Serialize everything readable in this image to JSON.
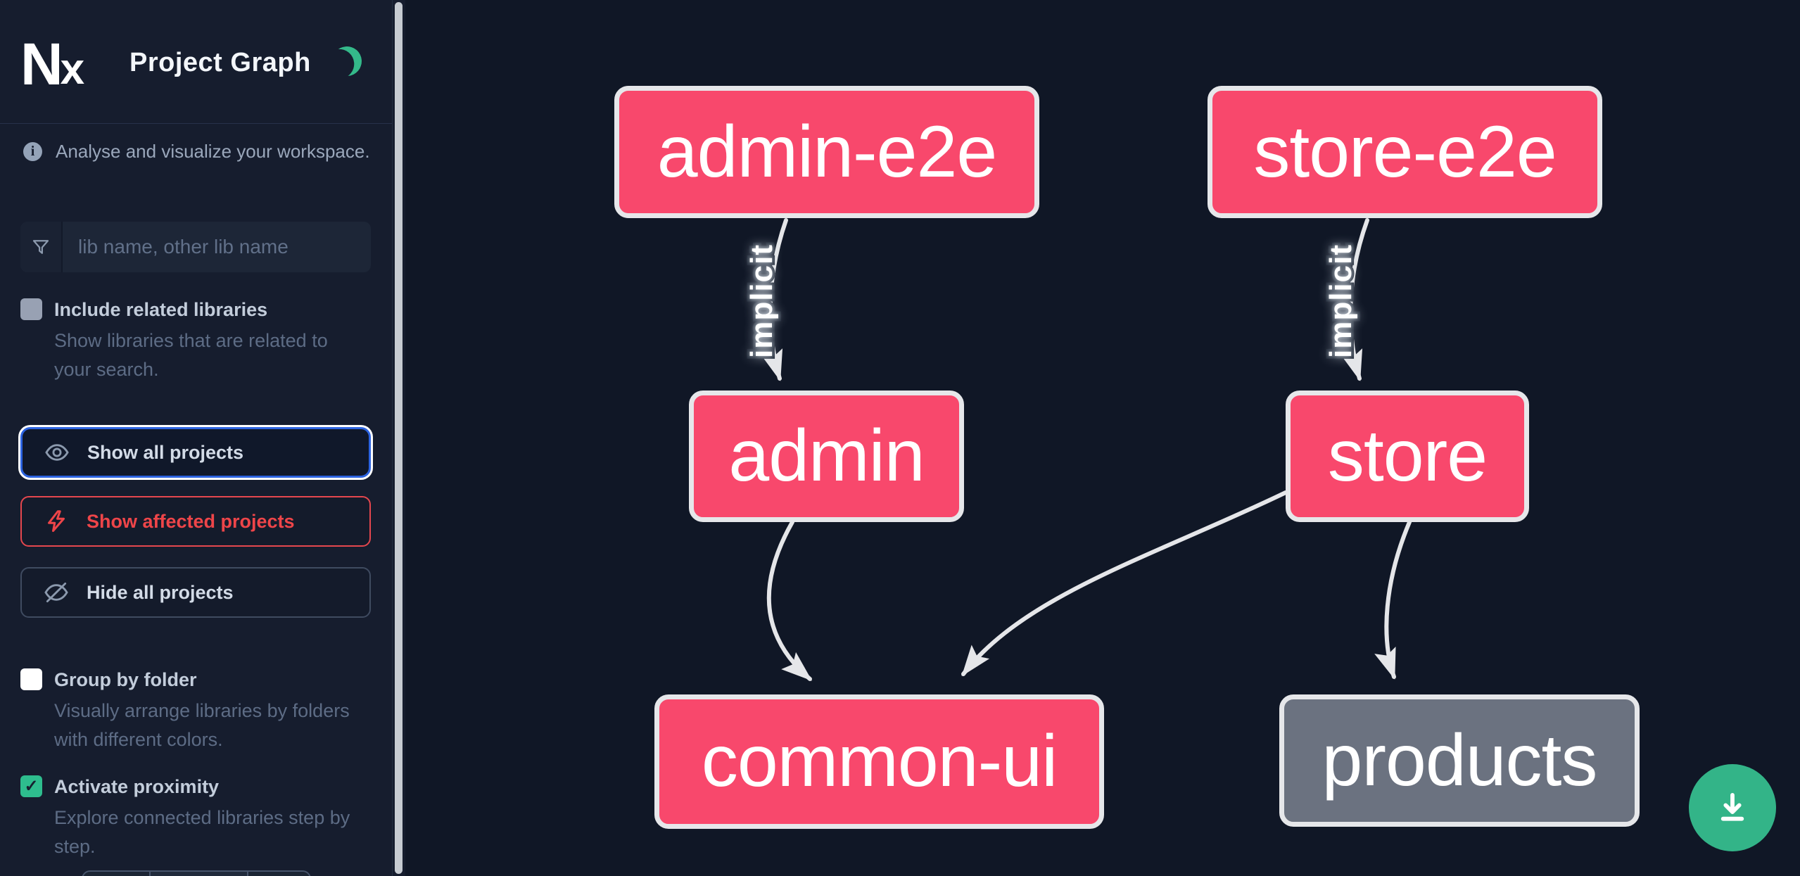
{
  "header": {
    "logo_text": "Nx",
    "title": "Project Graph",
    "theme_icon": "moon"
  },
  "info": {
    "text": "Analyse and visualize your workspace."
  },
  "search": {
    "placeholder": "lib name, other lib name",
    "value": "",
    "icon": "filter-funnel-icon"
  },
  "toggles": [
    {
      "label": "Include related libraries",
      "description": "Show libraries that are related to your search.",
      "checked": false,
      "checkbox_style": "gray"
    },
    {
      "label": "Group by folder",
      "description": "Visually arrange libraries by folders with different colors.",
      "checked": false,
      "checkbox_style": "white"
    },
    {
      "label": "Activate proximity",
      "description": "Explore connected libraries step by step.",
      "checked": true,
      "checkbox_style": "green",
      "check_glyph": "✓"
    }
  ],
  "actions": [
    {
      "label": "Show all projects",
      "icon": "eye-icon",
      "state": "focused"
    },
    {
      "label": "Show affected projects",
      "icon": "lightning-icon",
      "state": "affected"
    },
    {
      "label": "Hide all projects",
      "icon": "eye-off-icon",
      "state": "default"
    }
  ],
  "graph": {
    "nodes": [
      {
        "id": "admin-e2e",
        "label": "admin-e2e",
        "color": "#f8486c"
      },
      {
        "id": "store-e2e",
        "label": "store-e2e",
        "color": "#f8486c"
      },
      {
        "id": "admin",
        "label": "admin",
        "color": "#f8486c"
      },
      {
        "id": "store",
        "label": "store",
        "color": "#f8486c"
      },
      {
        "id": "common-ui",
        "label": "common-ui",
        "color": "#f8486c"
      },
      {
        "id": "products",
        "label": "products",
        "color": "#6b7280"
      }
    ],
    "edges": [
      {
        "source": "admin-e2e",
        "target": "admin",
        "label": "implicit"
      },
      {
        "source": "store-e2e",
        "target": "store",
        "label": "implicit"
      },
      {
        "source": "admin",
        "target": "common-ui",
        "label": ""
      },
      {
        "source": "store",
        "target": "common-ui",
        "label": ""
      },
      {
        "source": "store",
        "target": "products",
        "label": ""
      }
    ]
  },
  "fab": {
    "icon": "download-icon"
  },
  "colors": {
    "sidebar_bg": "#161d2e",
    "canvas_bg": "#101726",
    "node_pink": "#f8486c",
    "node_gray": "#6b7280",
    "edge": "#e5e6e9",
    "accent_blue": "#2c63e0",
    "accent_red": "#ee4549",
    "accent_green": "#34b98a"
  }
}
